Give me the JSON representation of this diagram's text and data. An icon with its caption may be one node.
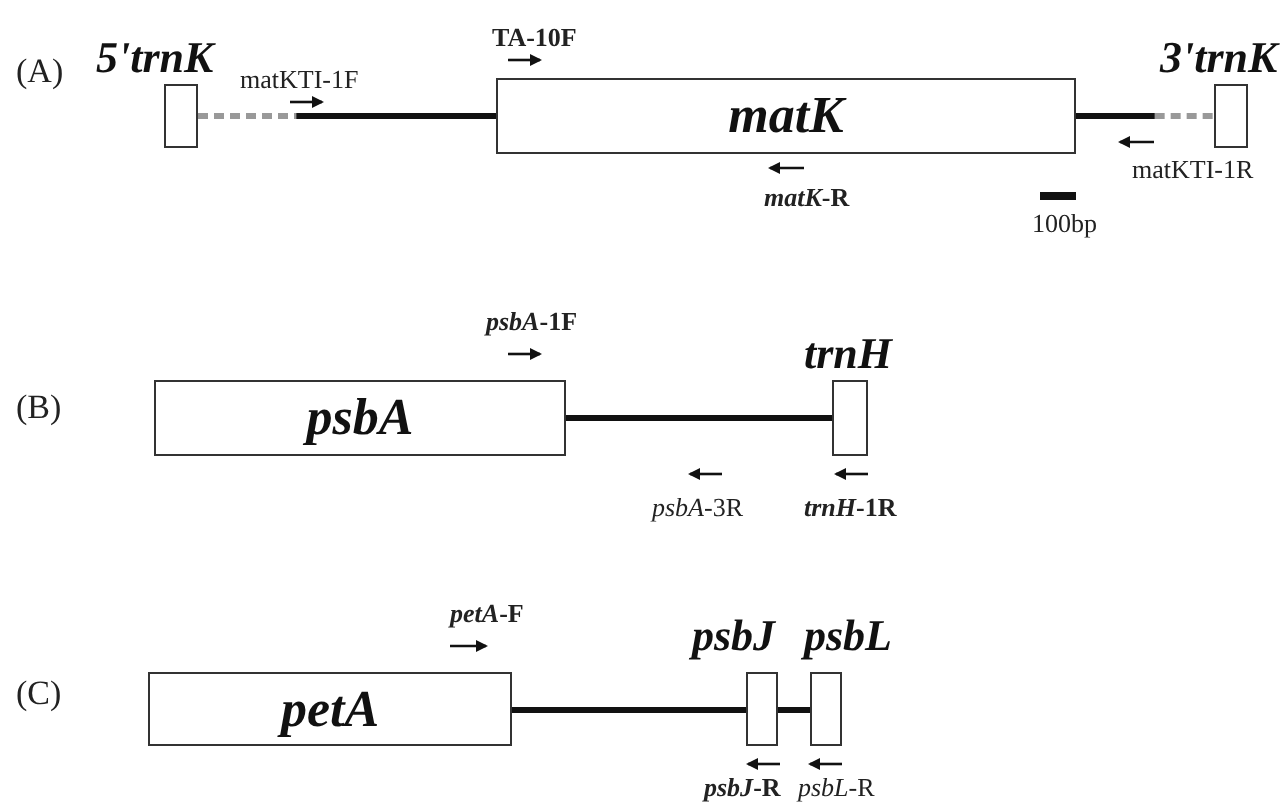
{
  "diagram": {
    "nodes": [
      {
        "text": [
          "5'trnK"
        ]
      },
      {
        "text": [
          "matK"
        ]
      },
      {
        "text": [
          "3'trnK"
        ]
      },
      {
        "text": [
          "psbA"
        ]
      },
      {
        "text": [
          "trnH"
        ]
      },
      {
        "text": [
          "petA"
        ]
      },
      {
        "text": [
          "psbJ"
        ]
      },
      {
        "text": [
          "psbL"
        ]
      }
    ],
    "edges": [
      {
        "from": 0,
        "to": 1,
        "arrow": "none"
      },
      {
        "from": 1,
        "to": 2,
        "arrow": "none"
      },
      {
        "from": 3,
        "to": 4,
        "arrow": "none"
      },
      {
        "from": 5,
        "to": 6,
        "arrow": "none"
      },
      {
        "from": 6,
        "to": 7,
        "arrow": "none"
      }
    ],
    "labels": [
      "(A)",
      "TA-10F",
      "matKTI-1F",
      "*matK*-R",
      "100bp",
      "matKTI-1R",
      "(B)",
      "*psbA*-1F",
      "*psbA*-3R",
      "*trnH*-1R",
      "(C)",
      "*petA*-F",
      "*psbJ*-R",
      "*psbL*-R"
    ]
  }
}
